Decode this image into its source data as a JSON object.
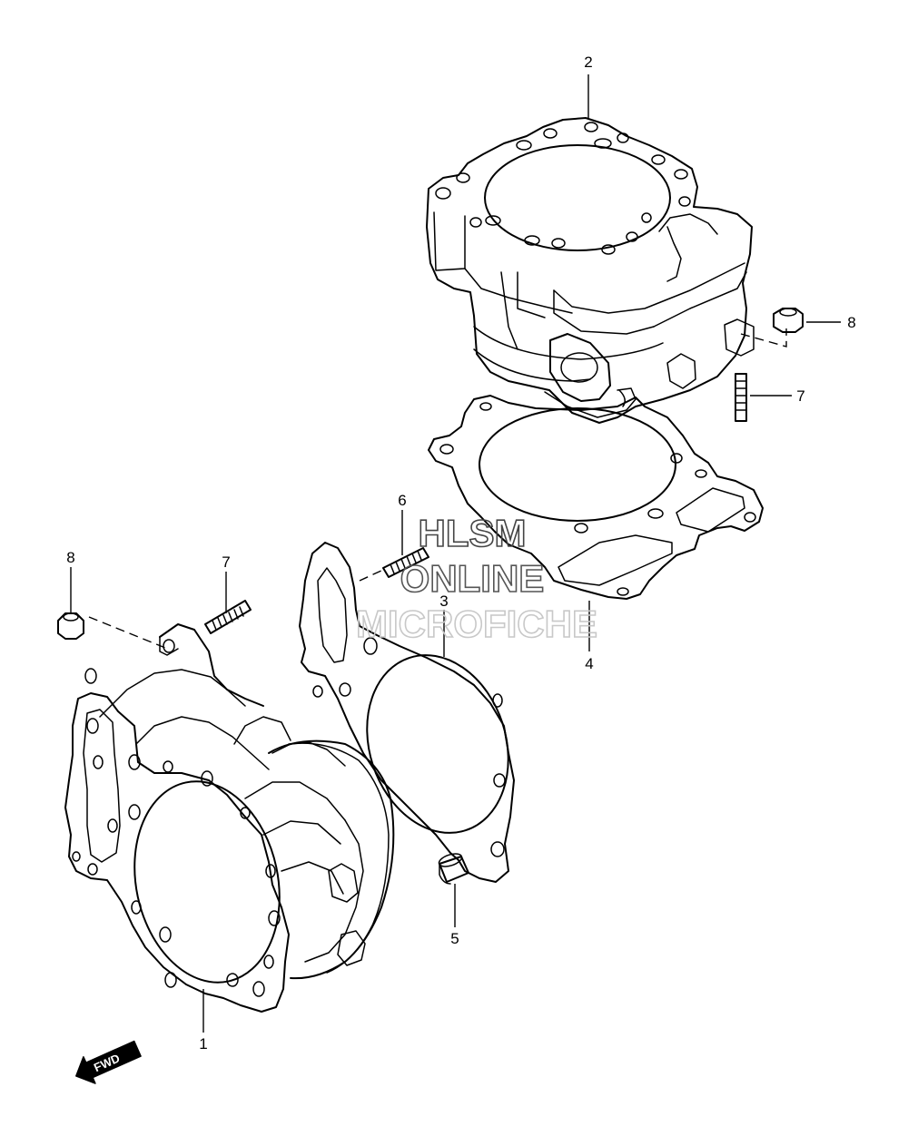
{
  "callouts": {
    "c1": "1",
    "c2": "2",
    "c3": "3",
    "c4": "4",
    "c5": "5",
    "c6": "6",
    "c7a": "7",
    "c7b": "7",
    "c8a": "8",
    "c8b": "8"
  },
  "watermark": {
    "line1": "HLSM",
    "line2": "ONLINE",
    "line3": "MICROFICHE"
  },
  "fwd_badge": "FWD",
  "colors": {
    "line": "#000000",
    "watermark_dark": "#444444",
    "watermark_light": "#c8c8c8"
  }
}
